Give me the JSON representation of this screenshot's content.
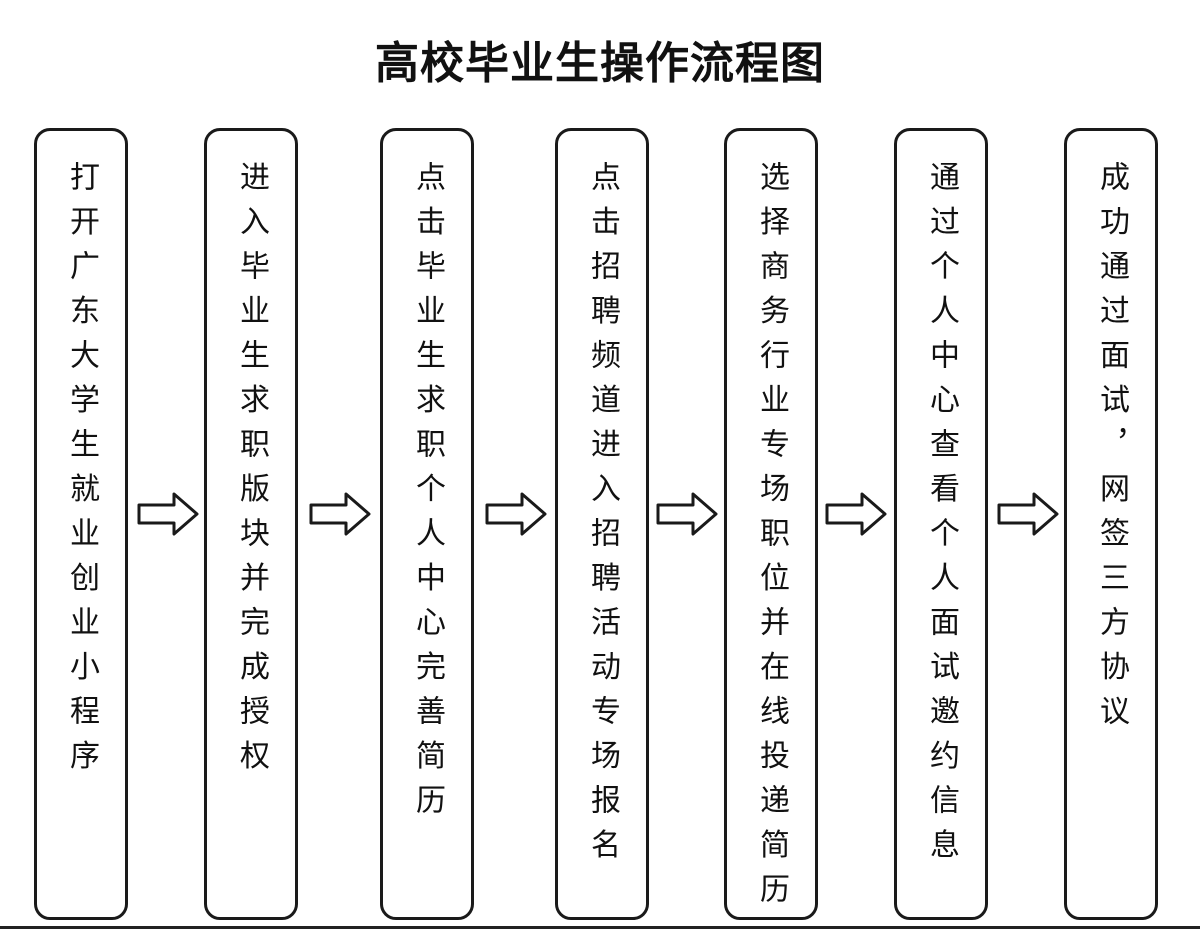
{
  "title": "高校毕业生操作流程图",
  "steps": [
    {
      "text": "打开广东大学生就业创业小程序"
    },
    {
      "text": "进入毕业生求职版块并完成授权"
    },
    {
      "text": "点击毕业生求职个人中心完善简历"
    },
    {
      "text": "点击招聘频道进入招聘活动专场报名"
    },
    {
      "text": "选择商务行业专场职位并在线投递简历"
    },
    {
      "text": "通过个人中心查看个人面试邀约信息"
    },
    {
      "text": "成功通过面试，网签三方协议"
    }
  ],
  "arrow_icon": "right-hollow-arrow-icon"
}
